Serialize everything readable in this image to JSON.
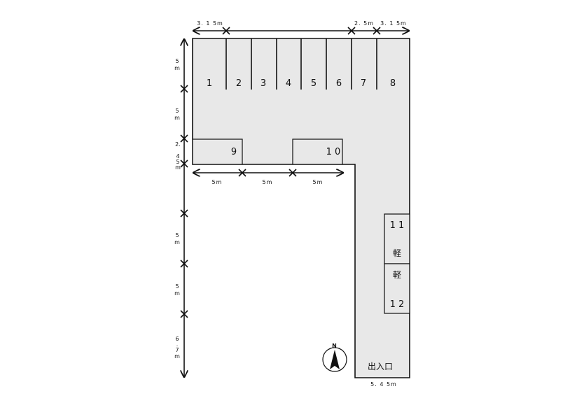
{
  "parking_lot": {
    "fill_color": "#e8e8e8",
    "line_color": "#111111",
    "spaces_top": [
      "1",
      "2",
      "3",
      "4",
      "5",
      "6",
      "7",
      "8"
    ],
    "spaces_middle": [
      "9",
      "1 0"
    ],
    "spaces_right": {
      "top_number": "1 1",
      "top_type": "軽",
      "bottom_type": "軽",
      "bottom_number": "1 2"
    },
    "entrance_label": "出入口"
  },
  "dimensions": {
    "top_left": "3. 1 5m",
    "top_mid": "2. 5m",
    "top_right": "3. 1 5m",
    "middle_1": "5m",
    "middle_2": "5m",
    "middle_3": "5m",
    "bottom_width": "5. 4 5m",
    "left_1": [
      "5",
      "m"
    ],
    "left_2": [
      "5",
      "m"
    ],
    "left_3": [
      "2.",
      "4",
      "5",
      "m"
    ],
    "left_4": [
      "5",
      "m"
    ],
    "left_5": [
      "5",
      "m"
    ],
    "left_6": [
      "6",
      ".",
      "7",
      "m"
    ]
  },
  "compass": {
    "label": "N",
    "icon": "north-arrow-icon"
  }
}
